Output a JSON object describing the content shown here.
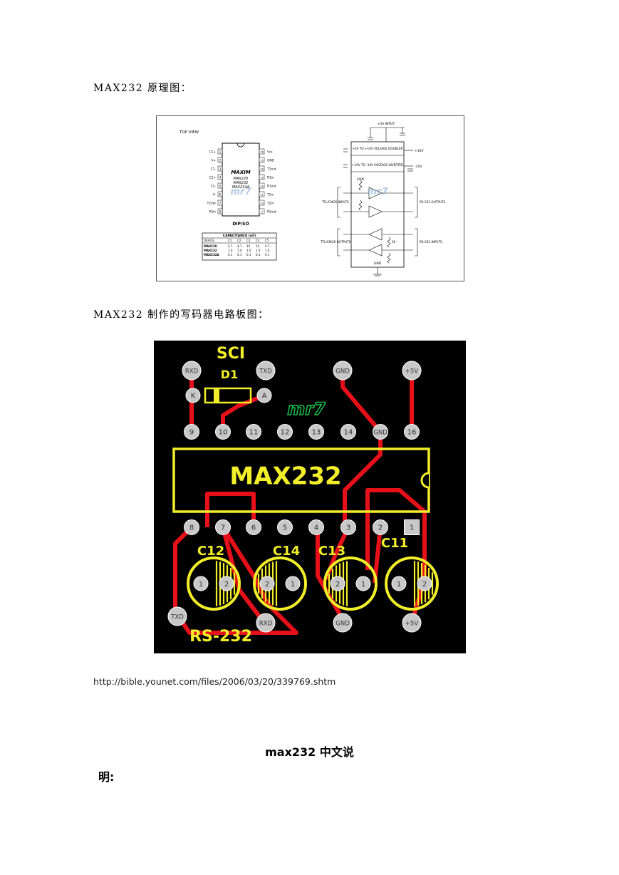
{
  "captions": {
    "schematic": "MAX232 原理图：",
    "pcb": "MAX232 制作的写码器电路板图："
  },
  "schematic": {
    "top_view": "TOP VIEW",
    "logo": "MAXIM",
    "part_numbers": [
      "MAX220",
      "MAX232",
      "MAX232A"
    ],
    "package": "DIP/SO",
    "watermark": "mr7",
    "left_pins": [
      "C1+",
      "V+",
      "C1-",
      "C2+",
      "C2-",
      "V-",
      "T2out",
      "R2in"
    ],
    "right_pins": [
      "Vcc",
      "GND",
      "T1out",
      "R1in",
      "R1out",
      "T1in",
      "T2in",
      "R2out"
    ],
    "table": {
      "title": "CAPACITANCE (uF)",
      "headers": [
        "DEVICE",
        "C1",
        "C2",
        "C3",
        "C4",
        "C5"
      ],
      "rows": [
        [
          "MAX220",
          "4.7",
          "4.7",
          "10",
          "10",
          "4.7"
        ],
        [
          "MAX232",
          "1.0",
          "1.0",
          "1.0",
          "1.0",
          "1.0"
        ],
        [
          "MAX232A",
          "0.1",
          "0.1",
          "0.1",
          "0.1",
          "0.1"
        ]
      ]
    },
    "circuit": {
      "input": "+5V INPUT",
      "doubler": "+5V TO +10V VOLTAGE DOUBLER",
      "inverter": "+10V TO -10V VOLTAGE INVERTER",
      "plus10": "+10V",
      "minus10": "-10V",
      "ttl_inputs": "TTL/CMOS INPUTS",
      "ttl_outputs": "TTL/CMOS OUTPUTS",
      "rs232_outputs": "RS-232 OUTPUTS",
      "rs232_inputs": "RS-232 INPUTS",
      "gnd": "GND",
      "r400k": "400K",
      "r5k": "5K"
    }
  },
  "pcb": {
    "sci": "SCI",
    "d1": "D1",
    "top_pads": [
      "RXD",
      "TXD",
      "GND",
      "+5V"
    ],
    "diode_pads": [
      "K",
      "A"
    ],
    "logo": "mr7",
    "upper_pins": [
      "9",
      "10",
      "11",
      "12",
      "13",
      "14",
      "GND",
      "16"
    ],
    "chip_label": "MAX232",
    "lower_pins": [
      "8",
      "7",
      "6",
      "5",
      "4",
      "3",
      "2",
      "1"
    ],
    "caps": [
      "C12",
      "C14",
      "C13",
      "C11"
    ],
    "cap_pads": [
      [
        "1",
        "2"
      ],
      [
        "2",
        "1"
      ],
      [
        "2",
        "1"
      ],
      [
        "1",
        "2"
      ]
    ],
    "bottom_pads": [
      "TXD",
      "RXD",
      "GND",
      "+5V"
    ],
    "rs232": "RS-232"
  },
  "source_url": "http://bible.younet.com/files/2006/03/20/339769.shtm",
  "section_title": "max232 中文说",
  "section_title_cont": "明:",
  "colors": {
    "trace": "#e6101a",
    "silk": "#f2ee2a",
    "pad": "#c8c8c8",
    "logo": "#19c04a"
  }
}
